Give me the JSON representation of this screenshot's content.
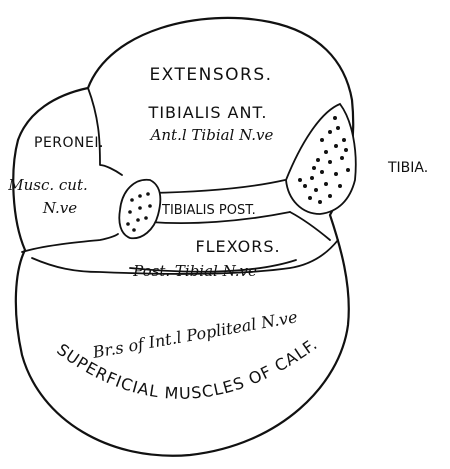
{
  "labels": {
    "extensors": "EXTENSORS.",
    "tibialis_ant": "TIBIALIS ANT.",
    "ant_tibial_nerve": "Ant.l Tibial N.ve",
    "peronei": "PERONEI.",
    "musc_cut": "Musc. cut.",
    "musc_cut_nerve": "N.ve",
    "tibia": "TIBIA.",
    "tibialis_post": "TIBIALIS POST.",
    "flexors": "FLEXORS.",
    "post_tibial_nerve": "Post. Tibial N.ve",
    "brs_int_popliteal": "Br.s of Int.l Popliteal N.ve",
    "superficial_muscles": "SUPERFICIAL MUSCLES OF CALF."
  }
}
